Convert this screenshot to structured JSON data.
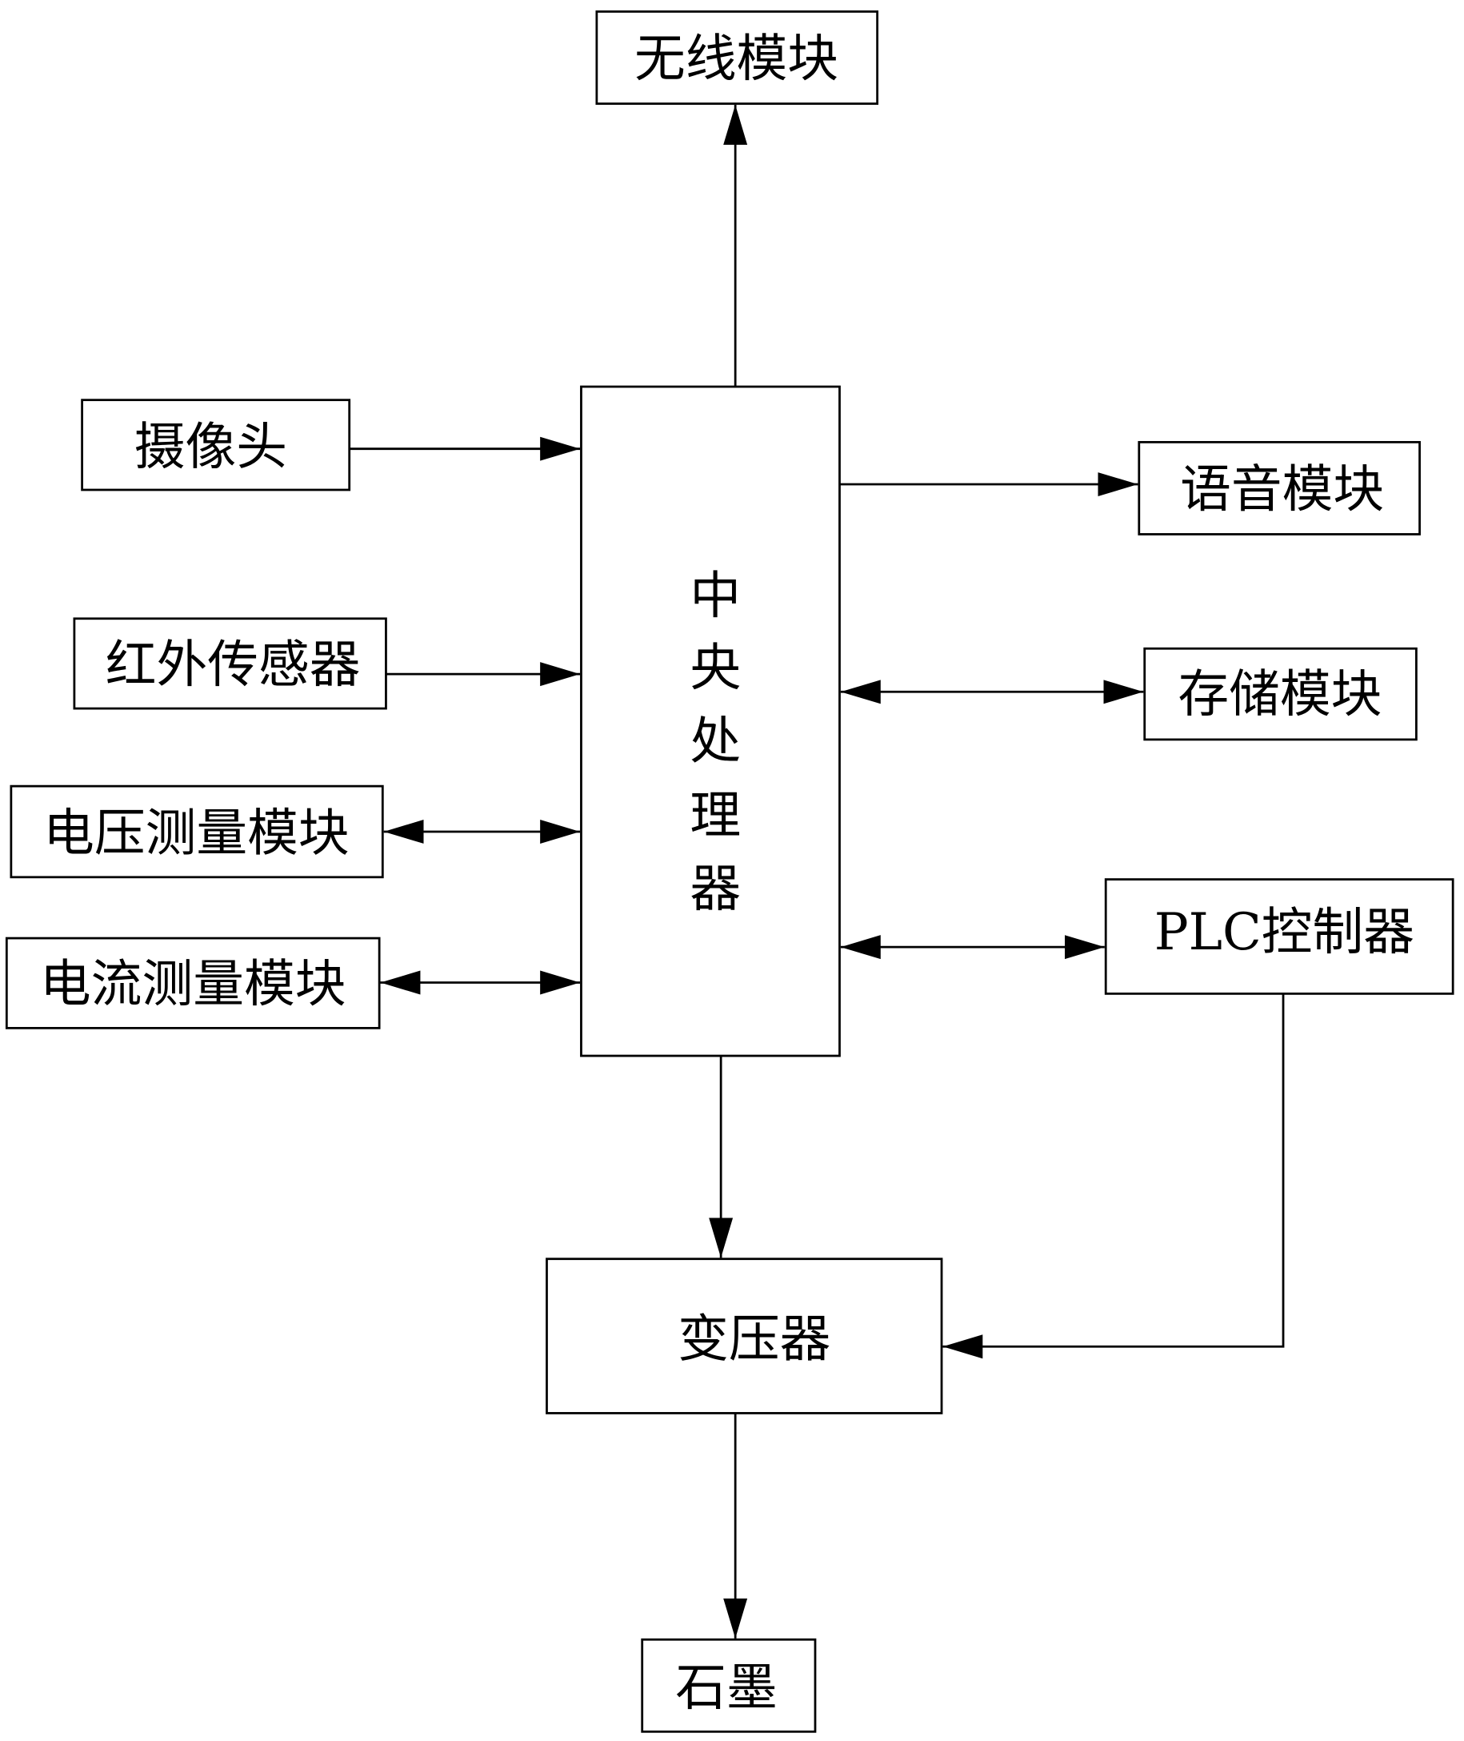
{
  "nodes": {
    "wireless": "无线模块",
    "camera": "摄像头",
    "voice": "语音模块",
    "infrared": "红外传感器",
    "storage": "存储模块",
    "voltage": "电压测量模块",
    "plc": "PLC控制器",
    "current": "电流测量模块",
    "cpu": [
      "中",
      "央",
      "处",
      "理",
      "器"
    ],
    "transformer": "变压器",
    "graphite": "石墨"
  }
}
